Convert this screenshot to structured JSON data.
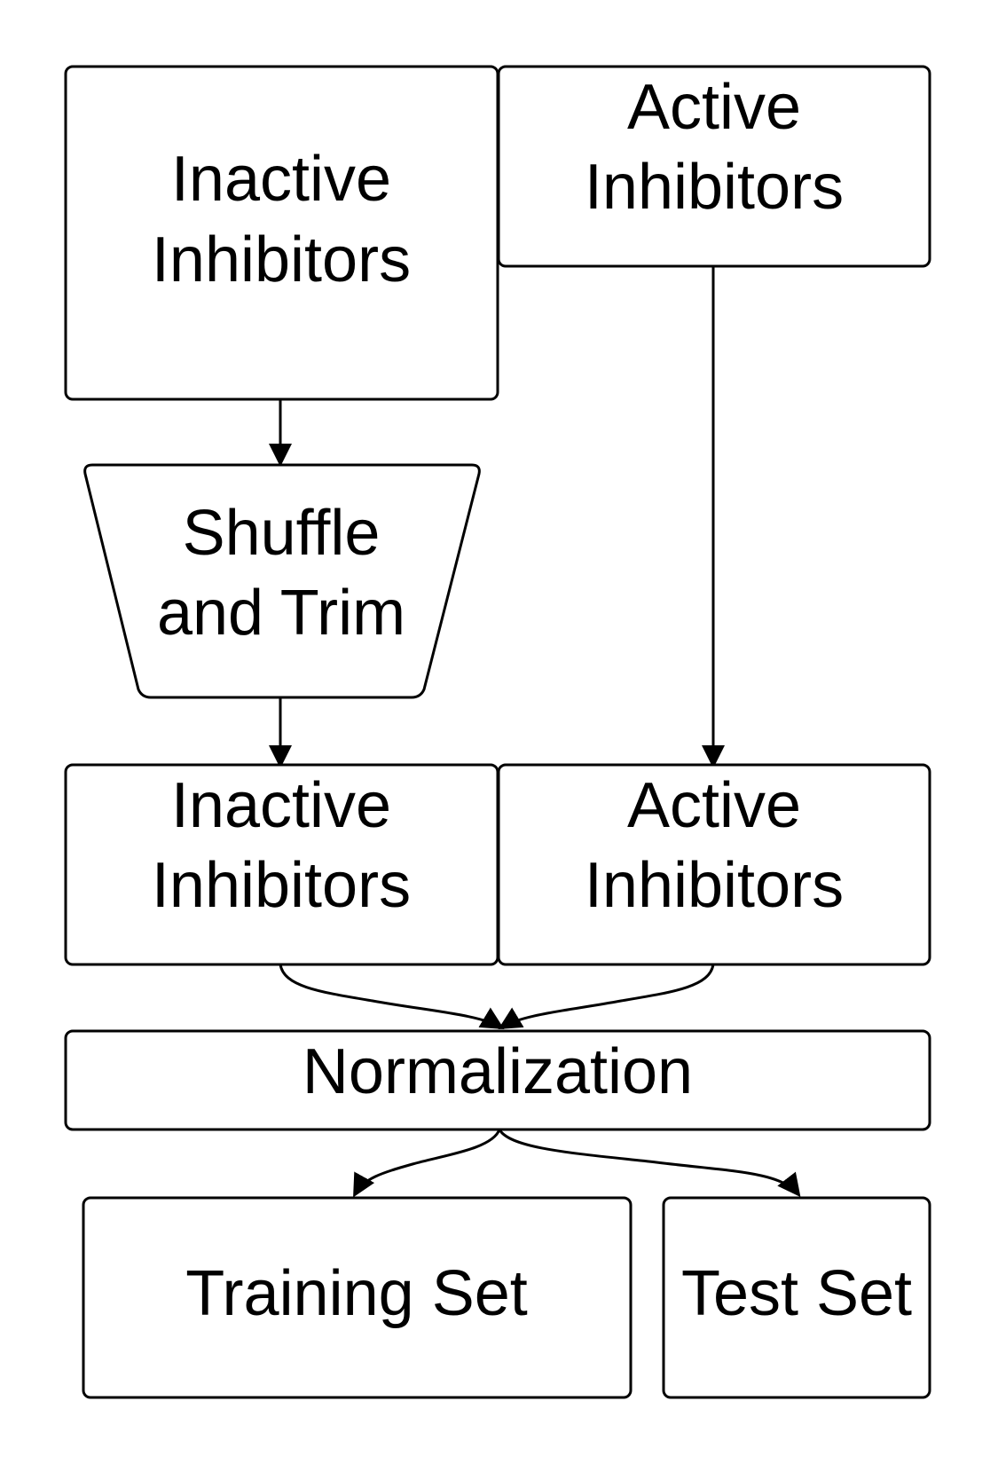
{
  "diagram": {
    "nodes": {
      "inactive_top": {
        "line1": "Inactive",
        "line2": "Inhibitors"
      },
      "active_top": {
        "line1": "Active",
        "line2": "Inhibitors"
      },
      "shuffle": {
        "line1": "Shuffle",
        "line2": "and Trim"
      },
      "inactive_mid": {
        "line1": "Inactive",
        "line2": "Inhibitors"
      },
      "active_mid": {
        "line1": "Active",
        "line2": "Inhibitors"
      },
      "normalization": {
        "label": "Normalization"
      },
      "training": {
        "label": "Training Set"
      },
      "test": {
        "label": "Test Set"
      }
    },
    "edges": [
      {
        "from": "inactive_top",
        "to": "shuffle"
      },
      {
        "from": "shuffle",
        "to": "inactive_mid"
      },
      {
        "from": "active_top",
        "to": "active_mid"
      },
      {
        "from": "inactive_mid",
        "to": "normalization"
      },
      {
        "from": "active_mid",
        "to": "normalization"
      },
      {
        "from": "normalization",
        "to": "training"
      },
      {
        "from": "normalization",
        "to": "test"
      }
    ]
  }
}
